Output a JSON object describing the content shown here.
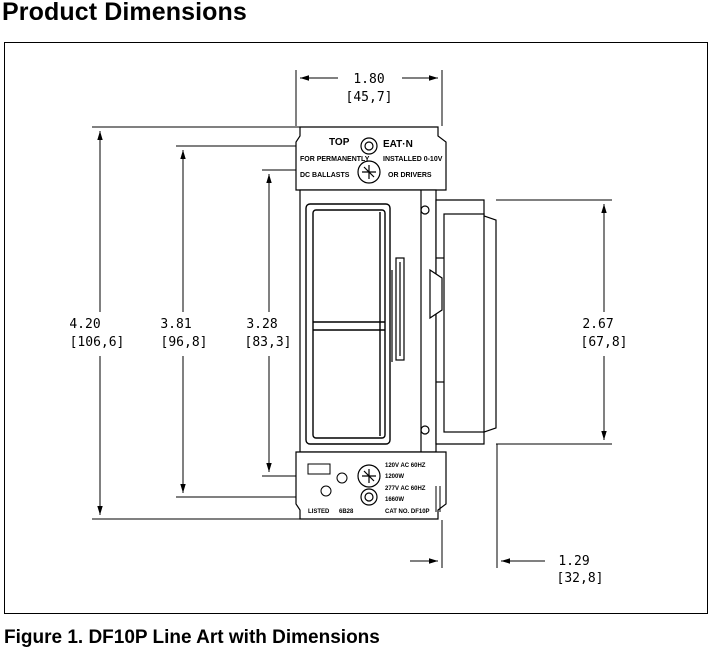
{
  "heading": "Product Dimensions",
  "caption": "Figure 1. DF10P Line Art with Dimensions",
  "dimensions": {
    "width": {
      "in": "1.80",
      "mm": "[45,7]"
    },
    "overall": {
      "in": "4.20",
      "mm": "[106,6]"
    },
    "mounting": {
      "in": "3.81",
      "mm": "[96,8]"
    },
    "strap": {
      "in": "3.28",
      "mm": "[83,3]"
    },
    "body_height": {
      "in": "2.67",
      "mm": "[67,8]"
    },
    "depth": {
      "in": "1.29",
      "mm": "[32,8]"
    }
  },
  "device_labels": {
    "top": "TOP",
    "brand": "EAT·N",
    "for_permanently": "FOR PERMANENTLY",
    "installed": "INSTALLED 0-10V",
    "dc_ballasts": "DC BALLASTS",
    "or_drivers": "OR DRIVERS",
    "rating_120": "120V AC 60HZ",
    "watts_1200": "1200W",
    "rating_277": "277V AC 60HZ",
    "watts_1660": "1660W",
    "listed": "LISTED",
    "listing_code": "6B28",
    "cat_no": "CAT NO. DF10P"
  }
}
